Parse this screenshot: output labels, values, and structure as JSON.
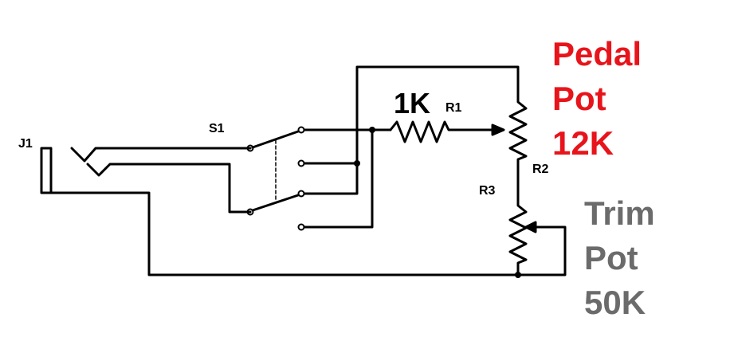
{
  "labels": {
    "j1": "J1",
    "s1": "S1",
    "r1_value": "1K",
    "r1": "R1",
    "r2": "R2",
    "r3": "R3"
  },
  "pedal_pot": {
    "line1": "Pedal",
    "line2": "Pot",
    "line3": "12K",
    "color": "#e8141b"
  },
  "trim_pot": {
    "line1": "Trim",
    "line2": "Pot",
    "line3": "50K",
    "color": "#6b6b6b"
  },
  "colors": {
    "wire": "#000000",
    "background": "#ffffff"
  }
}
